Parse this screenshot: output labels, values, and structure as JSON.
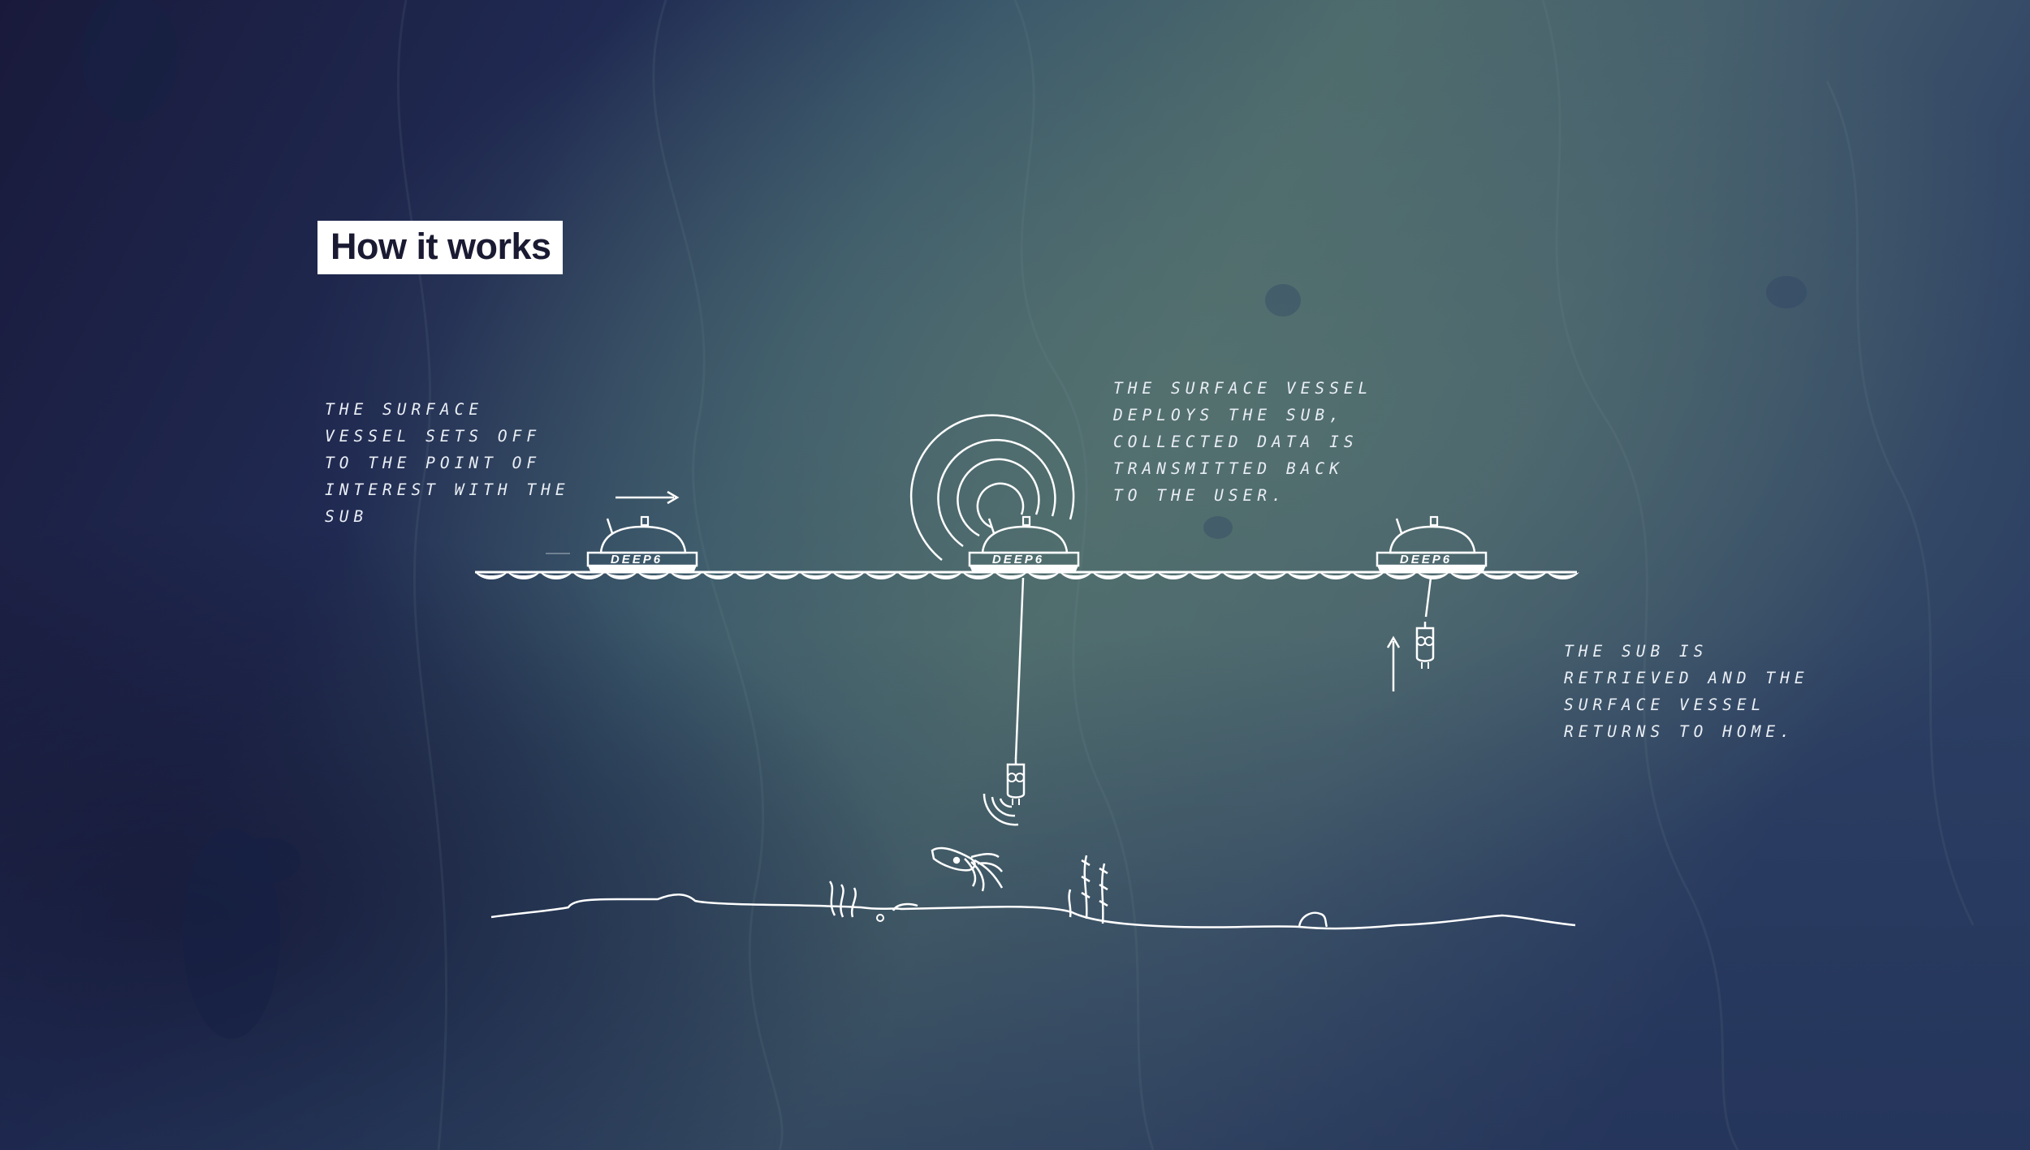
{
  "title": "How it works",
  "steps": [
    {
      "text": "THE SURFACE\nVESSEL SETS OFF\nTO THE POINT OF\nINTEREST WITH THE\nSUB"
    },
    {
      "text": "THE SURFACE VESSEL\nDEPLOYS THE SUB,\nCOLLECTED DATA IS\nTRANSMITTED BACK\nTO THE USER."
    },
    {
      "text": "THE SUB IS\nRETRIEVED AND THE\nSURFACE VESSEL\nRETURNS TO HOME."
    }
  ],
  "vessel_label": "DEEP6",
  "colors": {
    "background_dark": "#1a1d3d",
    "background_teal": "#4e6c6c",
    "line": "#ffffff",
    "title_bg": "#ffffff",
    "title_text": "#1a1a33"
  },
  "icons": [
    "surface-vessel-icon",
    "submarine-icon",
    "signal-waves-icon",
    "direction-arrow-icon",
    "squid-icon",
    "seaweed-icon"
  ]
}
